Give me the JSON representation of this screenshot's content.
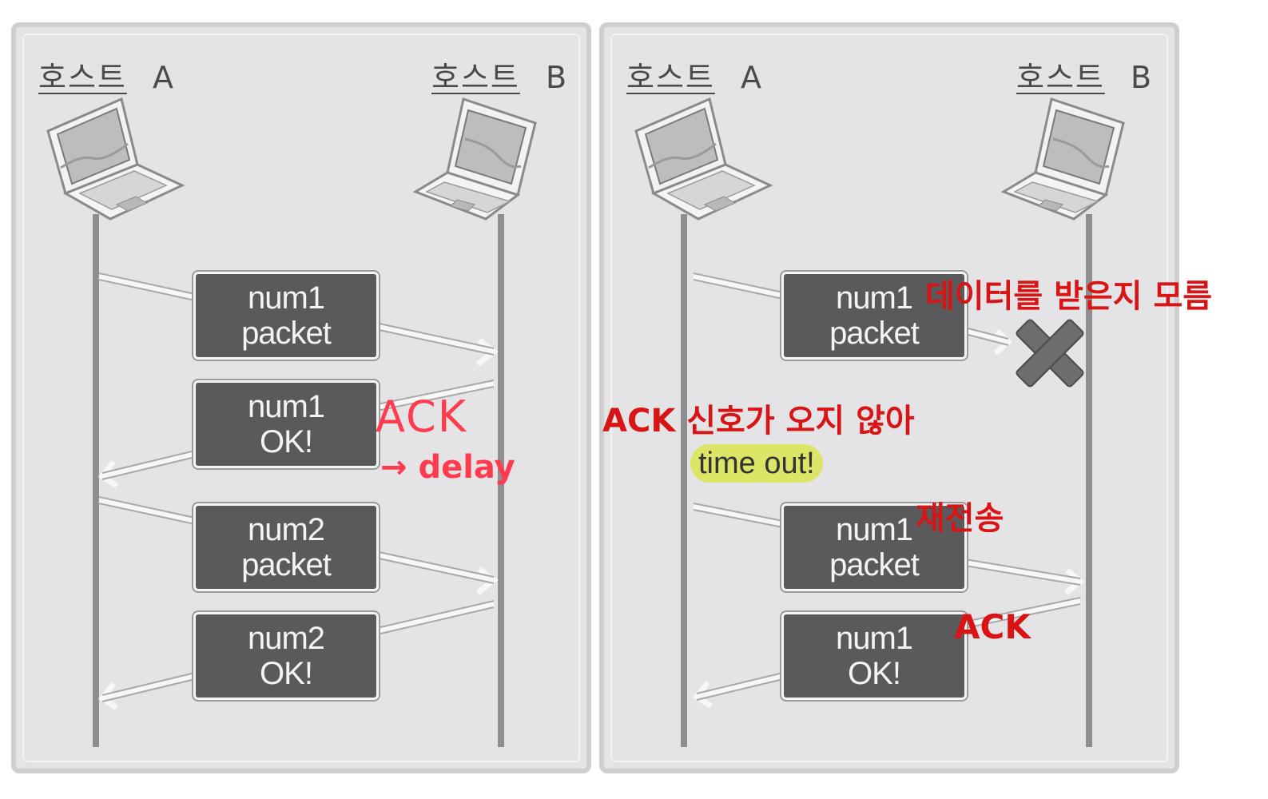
{
  "left_panel": {
    "host_a": {
      "name": "호스트",
      "letter": "A"
    },
    "host_b": {
      "name": "호스트",
      "letter": "B"
    },
    "messages": [
      {
        "line1": "num1",
        "line2": "packet"
      },
      {
        "line1": "num1",
        "line2": "OK!"
      },
      {
        "line1": "num2",
        "line2": "packet"
      },
      {
        "line1": "num2",
        "line2": "OK!"
      }
    ],
    "annotation": {
      "ack": "ACK",
      "delay": "→ delay"
    }
  },
  "right_panel": {
    "host_a": {
      "name": "호스트",
      "letter": "A"
    },
    "host_b": {
      "name": "호스트",
      "letter": "B"
    },
    "messages": [
      {
        "line1": "num1",
        "line2": "packet"
      },
      {
        "line1": "num1",
        "line2": "packet"
      },
      {
        "line1": "num1",
        "line2": "OK!"
      }
    ],
    "timeout_label": "time out!",
    "annotations": {
      "unknown_receipt": "데이터를 받은지 모름",
      "no_ack": "ACK 신호가 오지 않아",
      "retransmit": "재전송",
      "ack": "ACK"
    }
  },
  "colors": {
    "panel_bg": "#e4e4e7",
    "box_bg": "#5a5a5c",
    "annotation_red": "#d81414",
    "handwriting_red": "#ff3b4e",
    "timeout_highlight": "#dde566"
  },
  "icons": [
    "laptop-icon",
    "lost-packet-x-icon"
  ]
}
